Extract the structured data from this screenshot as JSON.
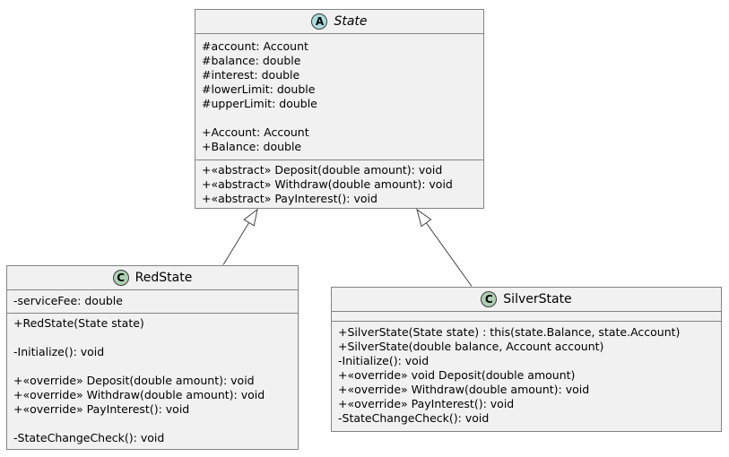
{
  "diagram": {
    "type": "uml-class-diagram",
    "classes": {
      "state": {
        "stereotype_letter": "A",
        "stereotype_kind": "abstract class",
        "title": "State",
        "attributes": [
          "#account: Account",
          "#balance: double",
          "#interest: double",
          "#lowerLimit: double",
          "#upperLimit: double",
          "",
          "+Account: Account",
          "+Balance: double"
        ],
        "methods": [
          "+«abstract» Deposit(double amount): void",
          "+«abstract» Withdraw(double amount): void",
          "+«abstract» PayInterest(): void"
        ]
      },
      "redstate": {
        "stereotype_letter": "C",
        "stereotype_kind": "class",
        "title": "RedState",
        "attributes": [
          "-serviceFee: double"
        ],
        "methods": [
          "+RedState(State state)",
          "",
          "-Initialize(): void",
          "",
          "+«override» Deposit(double amount): void",
          "+«override» Withdraw(double amount): void",
          "+«override» PayInterest(): void",
          "",
          "-StateChangeCheck(): void"
        ]
      },
      "silverstate": {
        "stereotype_letter": "C",
        "stereotype_kind": "class",
        "title": "SilverState",
        "attributes": [],
        "methods": [
          "+SilverState(State state) : this(state.Balance, state.Account)",
          "+SilverState(double balance, Account account)",
          "-Initialize(): void",
          "+«override» void Deposit(double amount)",
          "+«override» Withdraw(double amount): void",
          "+«override» PayInterest(): void",
          "-StateChangeCheck(): void"
        ]
      }
    },
    "relationships": [
      {
        "from": "RedState",
        "to": "State",
        "type": "generalization"
      },
      {
        "from": "SilverState",
        "to": "State",
        "type": "generalization"
      }
    ],
    "colors": {
      "box_fill": "#f1f1f1",
      "box_border": "#838383",
      "abstract_circle_fill": "#a9dcdf",
      "class_circle_fill": "#add1b2",
      "circle_border": "#3d3d3d",
      "text": "#000000",
      "arrow_stroke": "#454545"
    }
  }
}
